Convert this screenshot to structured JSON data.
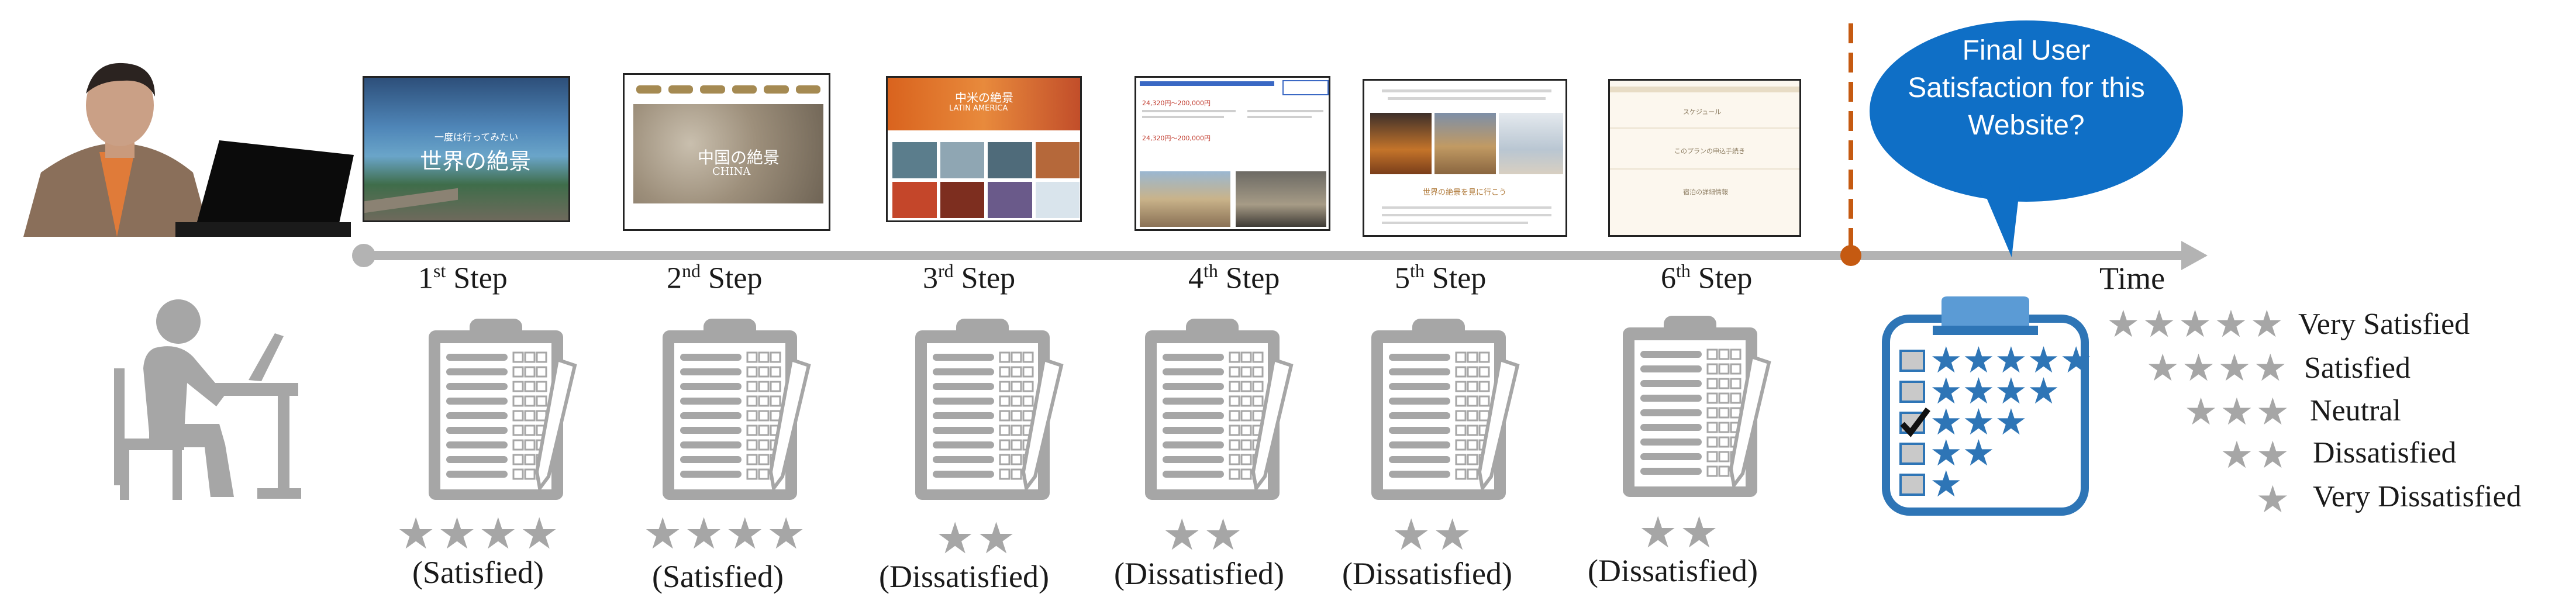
{
  "steps": [
    {
      "num": "1",
      "sup": "st",
      "word": "Step",
      "stars": "★★★★",
      "result": "(Satisfied)"
    },
    {
      "num": "2",
      "sup": "nd",
      "word": "Step",
      "stars": "★★★★",
      "result": "(Satisfied)"
    },
    {
      "num": "3",
      "sup": "rd",
      "word": "Step",
      "stars": "★★",
      "result": "(Dissatisfied)"
    },
    {
      "num": "4",
      "sup": "th",
      "word": "Step",
      "stars": "★★",
      "result": "(Dissatisfied)"
    },
    {
      "num": "5",
      "sup": "th",
      "word": "Step",
      "stars": "★★",
      "result": "(Dissatisfied)"
    },
    {
      "num": "6",
      "sup": "th",
      "word": "Step",
      "stars": "★★",
      "result": "(Dissatisfied)"
    }
  ],
  "screens": {
    "s1_sub": "一度は行ってみたい",
    "s1_title": "世界の絶景",
    "s2_title": "中国の絶景",
    "s2_sub": "CHINA",
    "s3_title": "中米の絶景",
    "s3_sub": "LATIN AMERICA",
    "s4_price1": "24,320円～200,000円",
    "s4_price2": "24,320円～200,000円",
    "s5_heading": "世界の絶景を見に行こう",
    "s6_line1": "スケジュール",
    "s6_line2": "このプランの申込手続き",
    "s6_line3": "宿泊の詳細情報"
  },
  "timeline": {
    "label": "Time"
  },
  "bubble": {
    "text": "Final User Satisfaction for this Website?"
  },
  "legend": [
    {
      "stars": "★★★★★",
      "label": "Very Satisfied"
    },
    {
      "stars": "★★★★",
      "label": "Satisfied"
    },
    {
      "stars": "★★★",
      "label": "Neutral"
    },
    {
      "stars": "★★",
      "label": "Dissatisfied"
    },
    {
      "stars": "★",
      "label": "Very Dissatisfied"
    }
  ],
  "colors": {
    "timeline": "#b3b3b3",
    "accent_orange": "#c55a11",
    "bubble_blue": "#0f6fc6",
    "clipboard_gray": "#a6a6a6",
    "clipboard_blue": "#2e75b6"
  }
}
